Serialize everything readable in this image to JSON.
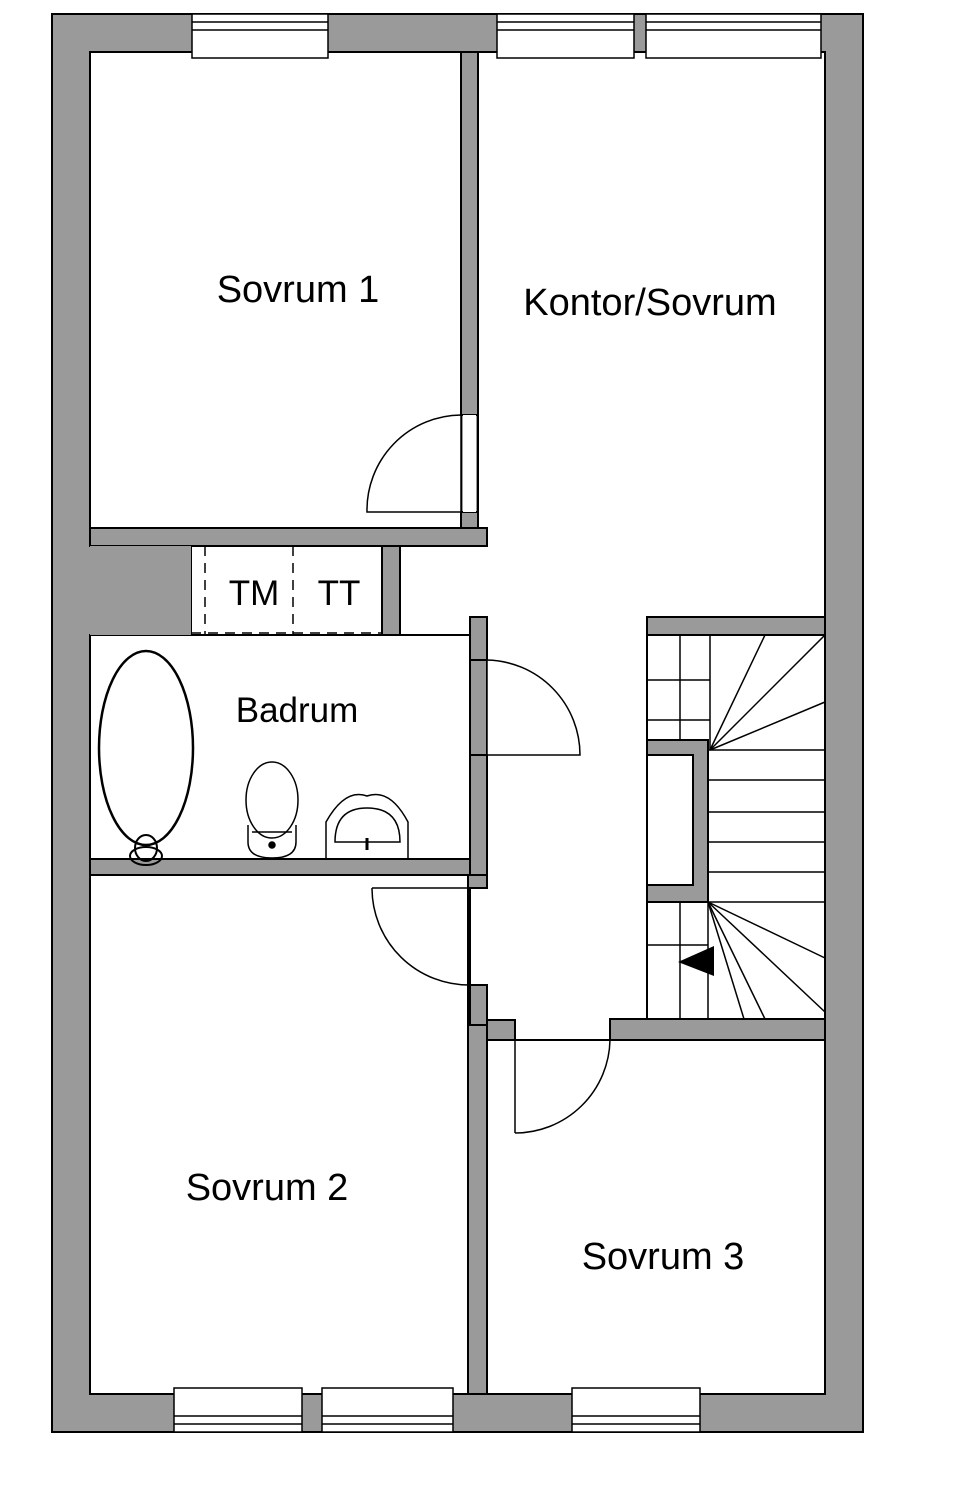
{
  "rooms": {
    "sovrum1": "Sovrum 1",
    "kontor": "Kontor/Sovrum",
    "badrum": "Badrum",
    "tm": "TM",
    "tt": "TT",
    "sovrum2": "Sovrum 2",
    "sovrum3": "Sovrum 3"
  },
  "colors": {
    "wall": "#9a9a9a",
    "line": "#000000",
    "floor": "#ffffff"
  },
  "icons": {
    "bathtub": "bathtub-icon",
    "toilet": "toilet-icon",
    "sink": "sink-icon",
    "stairs": "stairs-icon",
    "stair_arrow": "arrow-left-icon",
    "door_swing": "door-swing-icon",
    "window": "window-icon"
  }
}
